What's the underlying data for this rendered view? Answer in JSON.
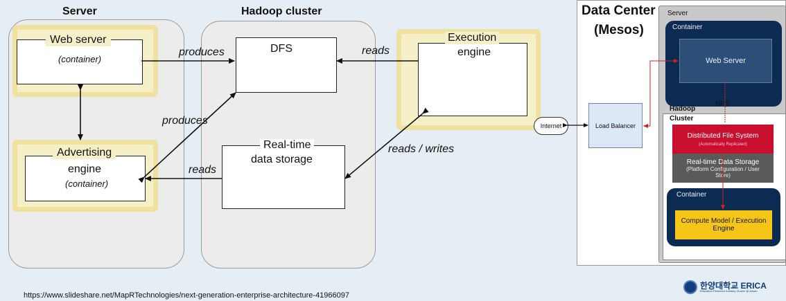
{
  "left_diagram": {
    "server_title": "Server",
    "hadoop_title": "Hadoop cluster",
    "web_server_label": "Web server",
    "web_server_sub": "(container)",
    "adv_label_1": "Advertising",
    "adv_label_2": "engine",
    "adv_sub": "(container)",
    "dfs_label": "DFS",
    "rt_label_1": "Real-time",
    "rt_label_2": "data storage",
    "exec_label_1": "Execution",
    "exec_label_2": "engine",
    "edge_produces_1": "produces",
    "edge_produces_2": "produces",
    "edge_reads_1": "reads",
    "edge_reads_2": "reads",
    "edge_reads_writes": "reads / writes"
  },
  "right_diagram": {
    "title_1": "Data Center",
    "title_2": "(Mesos)",
    "server_label": "Server",
    "container_label": "Container",
    "web_server": "Web Server",
    "nfs_label": "NFS",
    "hadoop_label_1": "Hadoop",
    "hadoop_label_2": "Cluster",
    "dfs_1": "Distributed File System",
    "dfs_2": "(Automatically Replicated)",
    "rt_1": "Real-time Data Storage",
    "rt_2": "(Platform Configuration / User",
    "rt_3": "Store)",
    "container2_label": "Container",
    "compute_1": "Compute Model / Execution",
    "compute_2": "Engine",
    "internet": "Internet",
    "load_balancer": "Load Balancer"
  },
  "footer": {
    "source_url": "https://www.slideshare.net/MapRTechnologies/next-generation-enterprise-architecture-41966097",
    "logo_text": "한양대학교 ERICA",
    "logo_sub": "Education Research Industry Cluster @ Ansan"
  },
  "colors": {
    "background": "#e6eef5",
    "highlight": "#efe2a0",
    "dark_blue": "#0c2b53",
    "red": "#c8102e",
    "yellow": "#f5c518"
  }
}
